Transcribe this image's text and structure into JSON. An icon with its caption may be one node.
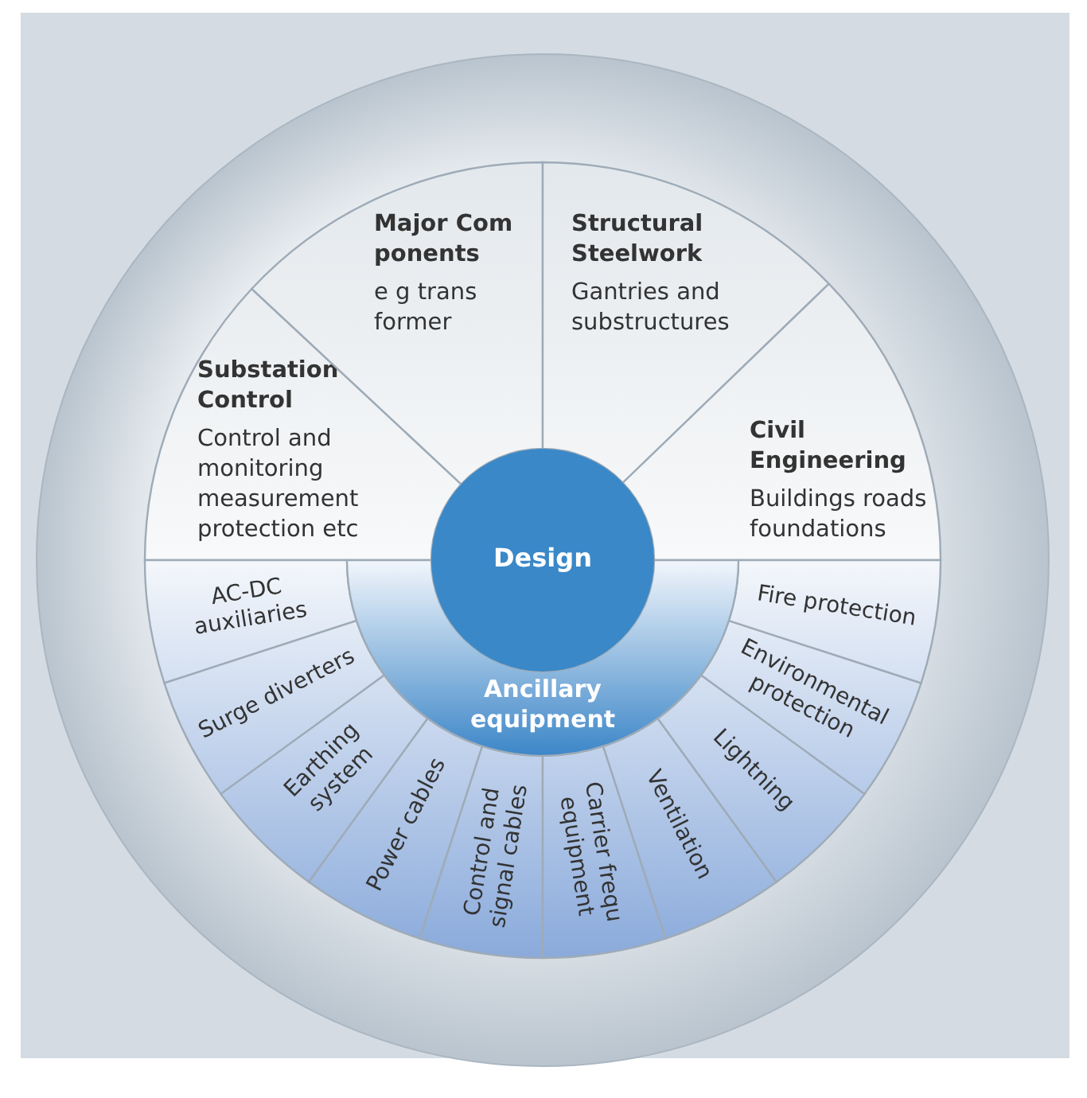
{
  "diagram": {
    "nodes": [
      {
        "text": [
          "Substation Control",
          "Control and monitoring measurement protection etc"
        ]
      },
      {
        "text": [
          "Major Com ponents",
          "e g trans former"
        ]
      },
      {
        "text": [
          "Structural Steelwork",
          "Gantries and substructures"
        ]
      },
      {
        "text": [
          "Civil Engineering",
          "Buildings roads foundations"
        ]
      },
      {
        "text": [
          "Design"
        ]
      },
      {
        "text": [
          "Ancillary equipment"
        ]
      },
      {
        "text": [
          "AC-DC auxiliaries"
        ]
      },
      {
        "text": [
          "Surge diverters"
        ]
      },
      {
        "text": [
          "Earthing system"
        ]
      },
      {
        "text": [
          "Power cables"
        ]
      },
      {
        "text": [
          "Control and signal cables"
        ]
      },
      {
        "text": [
          "Carrier frequ equipment"
        ]
      },
      {
        "text": [
          "Ventilation"
        ]
      },
      {
        "text": [
          "Lightning"
        ]
      },
      {
        "text": [
          "Environmental protection"
        ]
      },
      {
        "text": [
          "Fire protection"
        ]
      }
    ],
    "edges": []
  }
}
